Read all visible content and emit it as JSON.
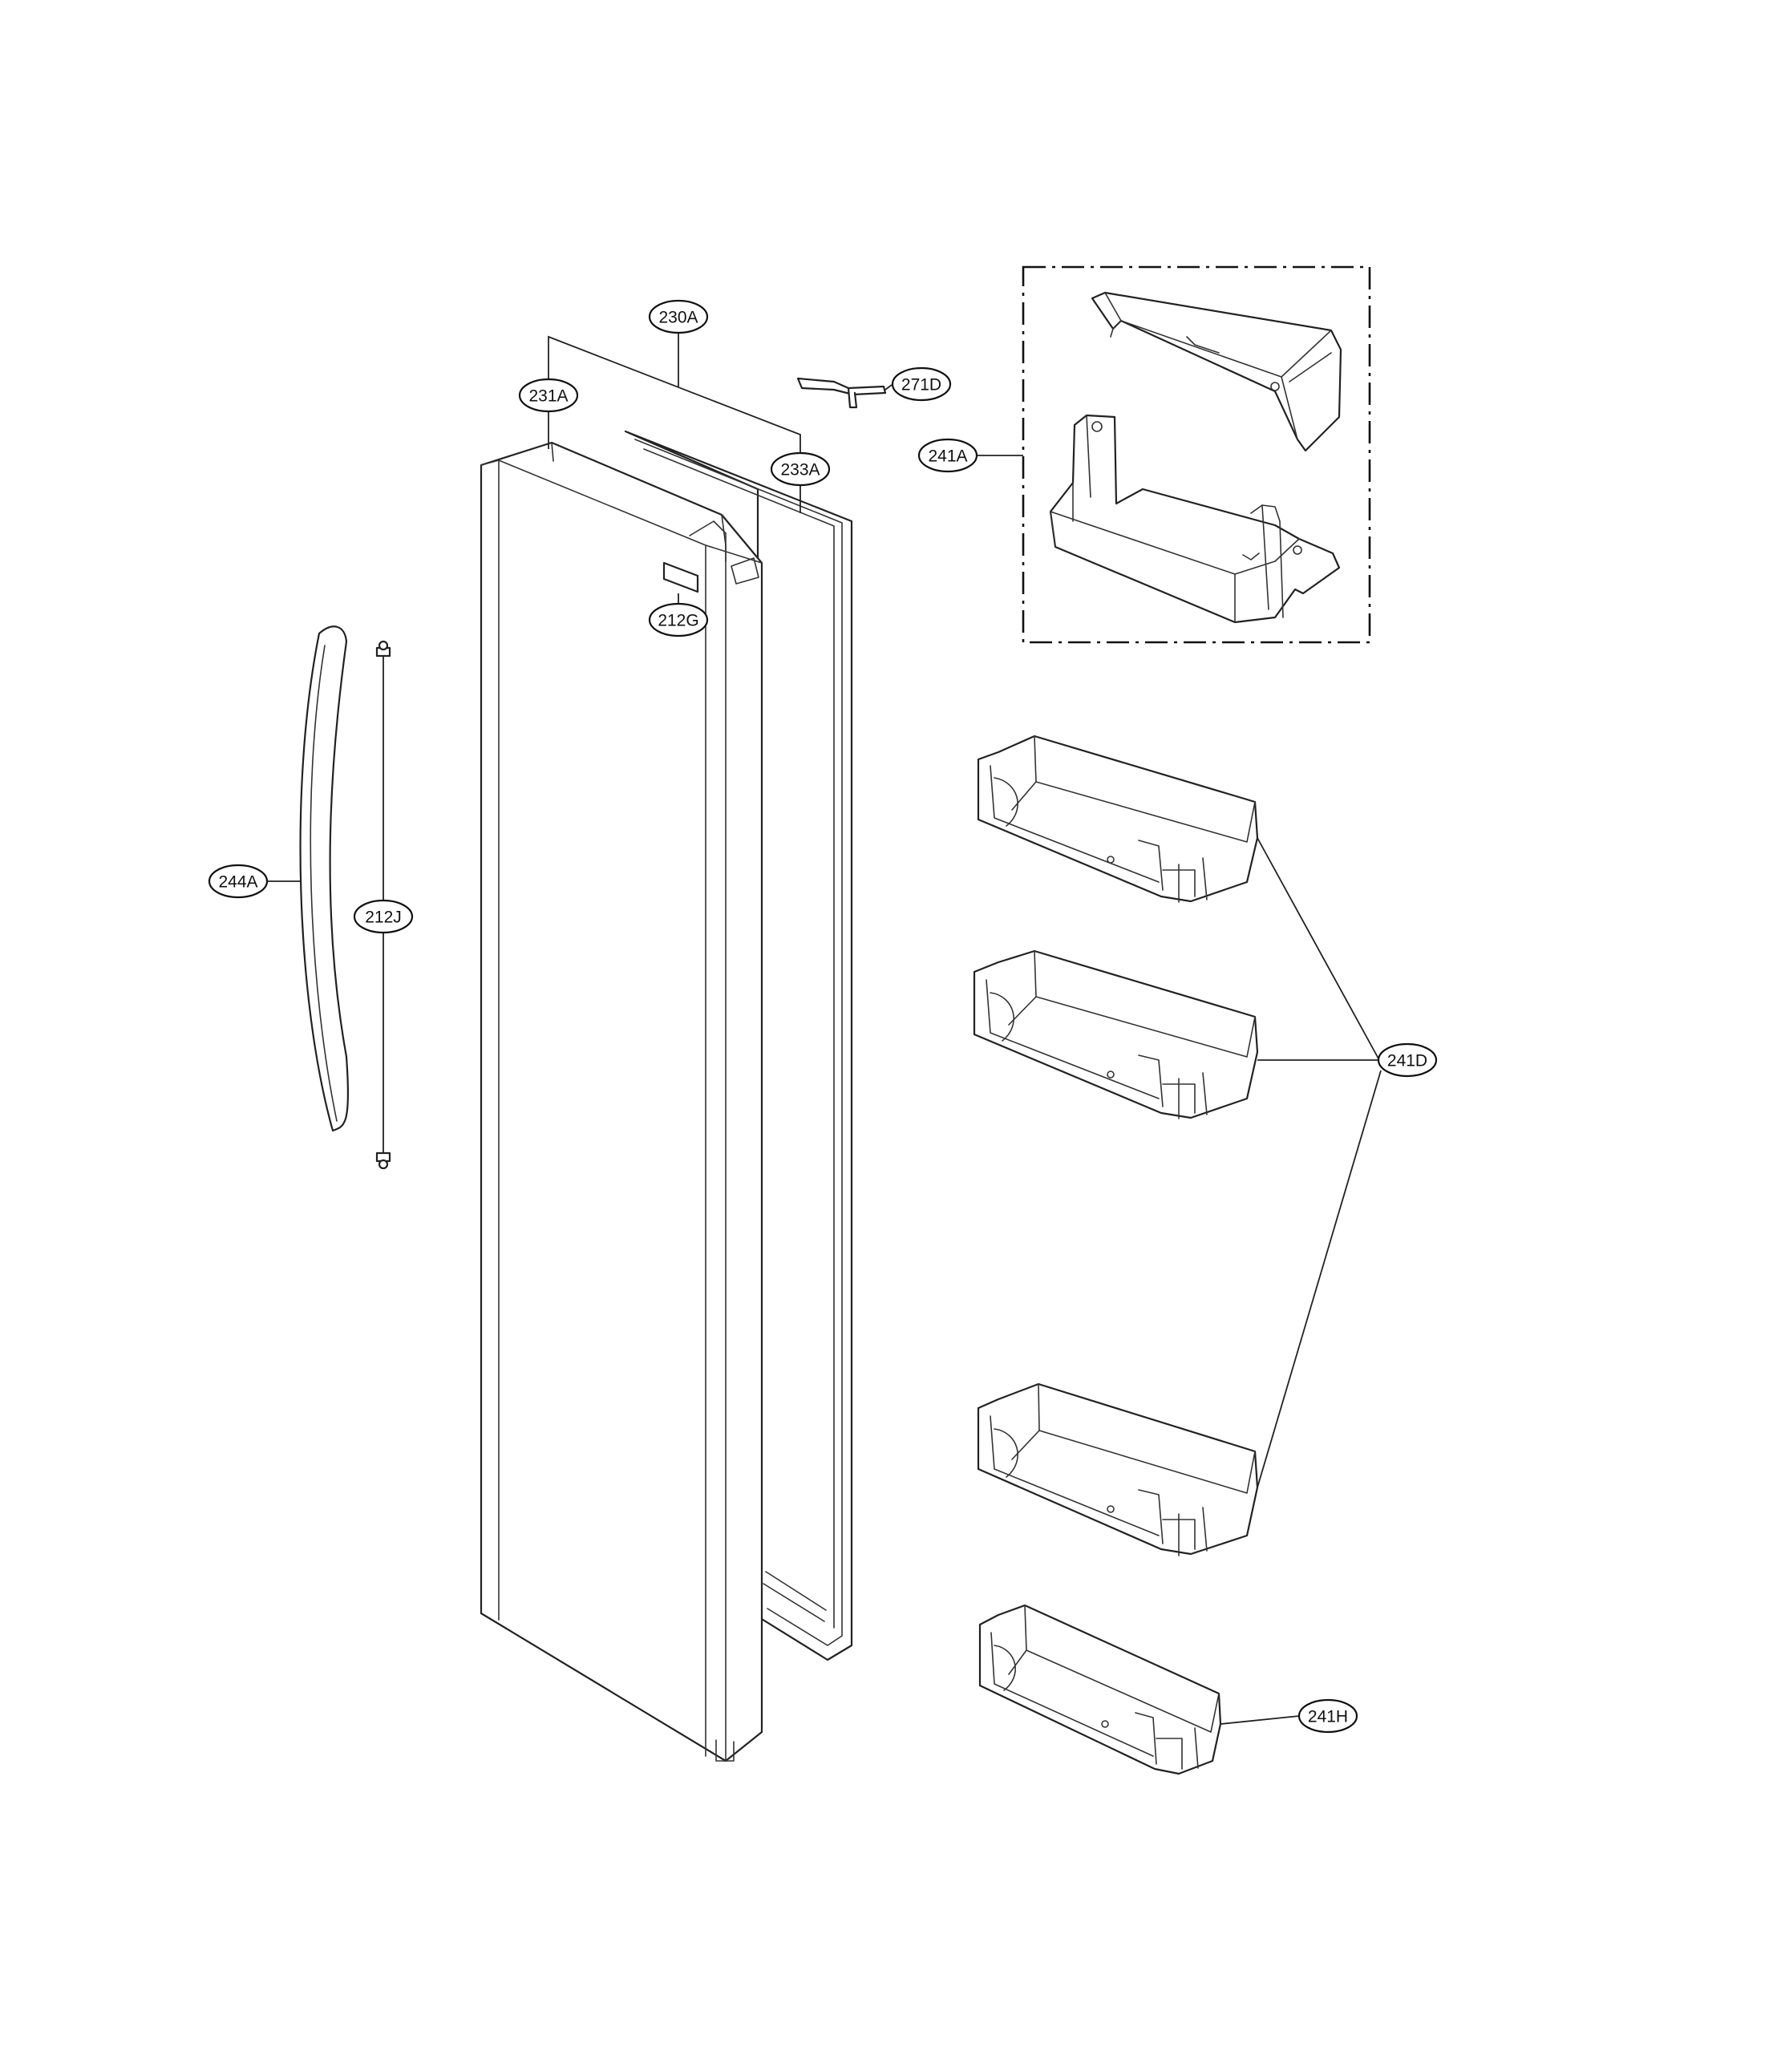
{
  "callouts": {
    "c230A": "230A",
    "c231A": "231A",
    "c233A": "233A",
    "c212G": "212G",
    "c271D": "271D",
    "c241A": "241A",
    "c244A": "244A",
    "c212J": "212J",
    "c241D": "241D",
    "c241H": "241H"
  }
}
